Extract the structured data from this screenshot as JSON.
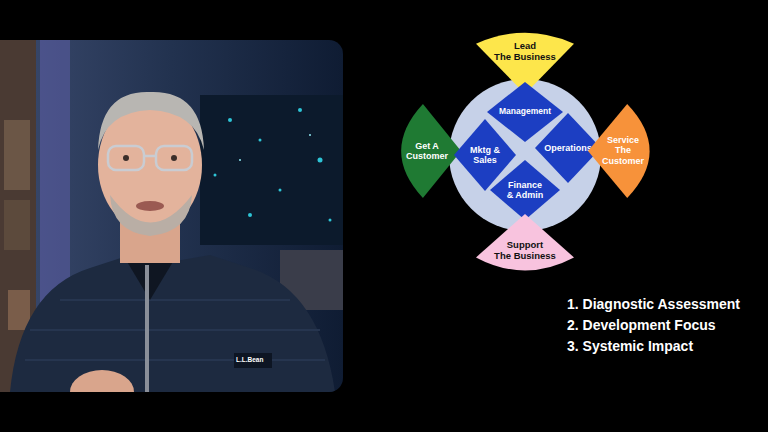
{
  "diagram": {
    "nodes": [
      {
        "text": [
          "Lead The Business"
        ]
      },
      {
        "text": [
          "Management"
        ]
      },
      {
        "text": [
          "Get A Customer"
        ]
      },
      {
        "text": [
          "Mktg & Sales"
        ]
      },
      {
        "text": [
          "Operations"
        ]
      },
      {
        "text": [
          "Service The Customer"
        ]
      },
      {
        "text": [
          "Finance & Admin"
        ]
      },
      {
        "text": [
          "Support The Business"
        ]
      }
    ],
    "labels": [
      "L.L.Bean",
      "1. Diagnostic Assessment",
      "2. Development Focus",
      "3. Systemic Impact"
    ]
  }
}
